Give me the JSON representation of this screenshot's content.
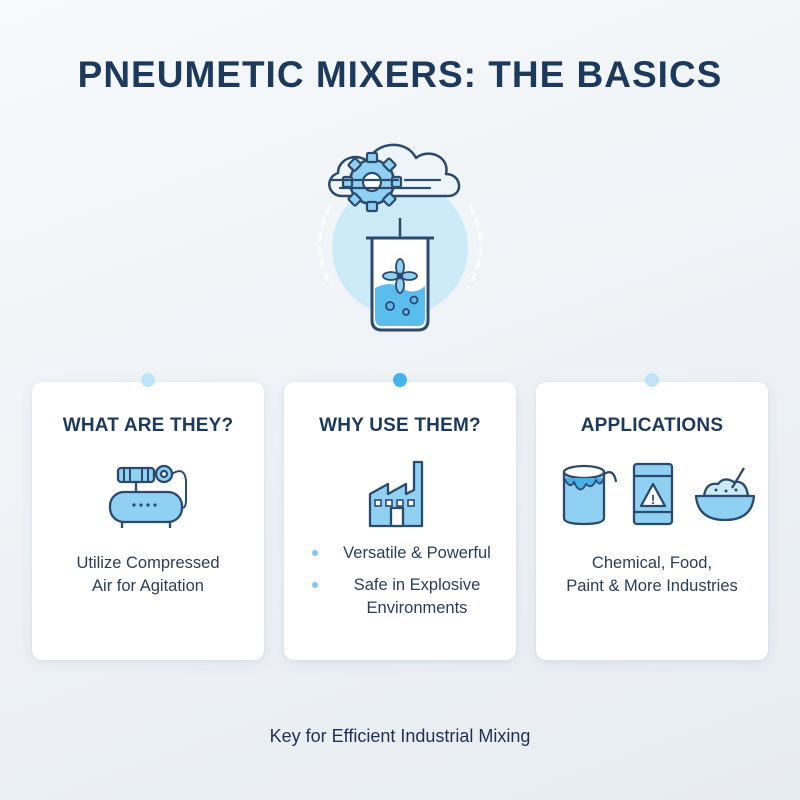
{
  "title": "PNEUMETIC MIXERS: THE BASICS",
  "hero": {
    "icon": "cloud-gear-beaker-icon"
  },
  "cards": [
    {
      "heading": "WHAT ARE THEY?",
      "icon": "air-compressor-icon",
      "description_lines": [
        "Utilize Compressed",
        "Air for Agitation"
      ]
    },
    {
      "heading": "WHY USE THEM?",
      "icon": "factory-icon",
      "bullets": [
        [
          "Versatile & Powerful"
        ],
        [
          "Safe in Explosive",
          "Environments"
        ]
      ]
    },
    {
      "heading": "APPLICATIONS",
      "icons": [
        "paint-can-icon",
        "hazard-barrel-icon",
        "food-bowl-icon"
      ],
      "description_lines": [
        "Chemical, Food,",
        "Paint & More Industries"
      ]
    }
  ],
  "footer": "Key for Efficient Industrial Mixing",
  "colors": {
    "title": "#1d3a5c",
    "accent_light": "#bde4f8",
    "accent": "#47b3ec",
    "icon_stroke": "#2c4a6b",
    "icon_fill": "#8fd0f3"
  }
}
